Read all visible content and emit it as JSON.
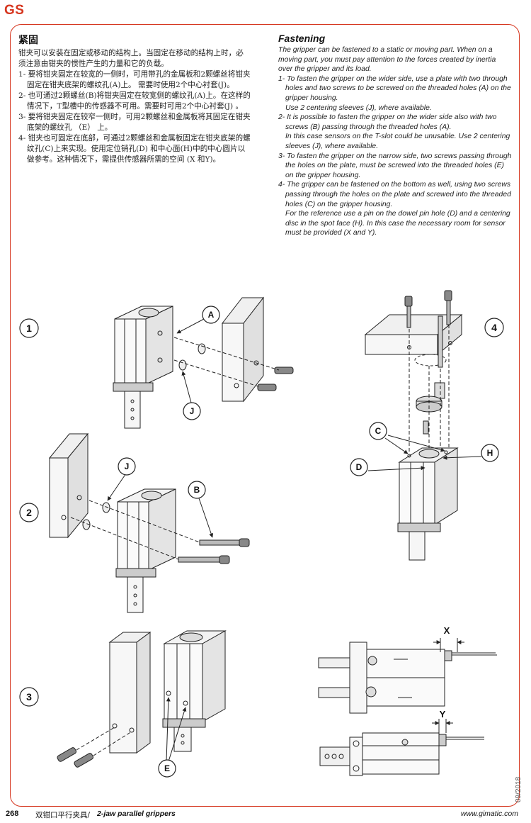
{
  "header": {
    "brand": "GS"
  },
  "chinese": {
    "title": "紧固",
    "intro": "钳夹可以安装在固定或移动的结构上。当固定在移动的结构上时，必须注意由钳夹的惯性产生的力量和它的负载。",
    "items": [
      "1- 要将钳夹固定在较宽的一侧时，可用带孔的金属板和2颗螺丝将钳夹固定在钳夹底架的螺纹孔(A)上。 需要时使用2个中心衬套(J)。",
      "2- 也可通过2颗螺丝(B)将钳夹固定在较宽侧的螺纹孔(A)上。在这样的情况下，T型槽中的传感器不可用。需要时可用2个中心衬套(J) 。",
      "3- 要将钳夹固定在较窄一侧时，可用2颗螺丝和金属板将其固定在钳夹底架的螺纹孔 （E） 上。",
      "4- 钳夹也可固定在底部，可通过2颗螺丝和金属板固定在钳夹底架的螺纹孔(C)上来实现。使用定位销孔(D) 和中心面(H)中的中心圆片以做参考。这种情况下，需提供传感器所需的空间 (X 和Y)。"
    ]
  },
  "english": {
    "title": "Fastening",
    "intro": "The gripper can be fastened to a static or moving part. When on a moving part, you must pay attention to the forces created by inertia over the gripper and its load.",
    "items": [
      {
        "main": "1- To fasten the gripper on the wider side, use a plate with two through holes and two screws to be screwed on the threaded holes (A) on the gripper housing.",
        "sub": "Use 2 centering sleeves (J), where available."
      },
      {
        "main": "2- It is possible to fasten the gripper on the wider side also with two screws (B) passing through the threaded holes (A).",
        "sub": "In this case sensors on the T-slot could be unusable. Use 2 centering sleeves (J), where available."
      },
      {
        "main": "3- To fasten the gripper on the narrow side, two screws passing through the holes on the plate, must be screwed into the threaded holes (E) on the gripper housing.",
        "sub": ""
      },
      {
        "main": "4- The gripper can be fastened on the bottom as well, using two screws passing through the holes on the plate and screwed into the threaded holes (C) on the gripper housing.",
        "sub": "For the reference use a pin on the dowel pin hole (D) and a centering disc in the spot face (H). In this case the necessary room for sensor must be provided (X and Y)."
      }
    ]
  },
  "figures": {
    "numbers": [
      "1",
      "2",
      "3",
      "4"
    ],
    "callouts": {
      "a": "A",
      "j1": "J",
      "j2": "J",
      "b": "B",
      "c": "C",
      "d": "D",
      "h": "H",
      "e": "E",
      "x": "X",
      "y": "Y"
    }
  },
  "footer": {
    "page": "268",
    "title_cn": "双钳口平行夹具/",
    "title_en": "2-jaw parallel grippers",
    "url": "www.gimatic.com",
    "date": "09/2018"
  }
}
